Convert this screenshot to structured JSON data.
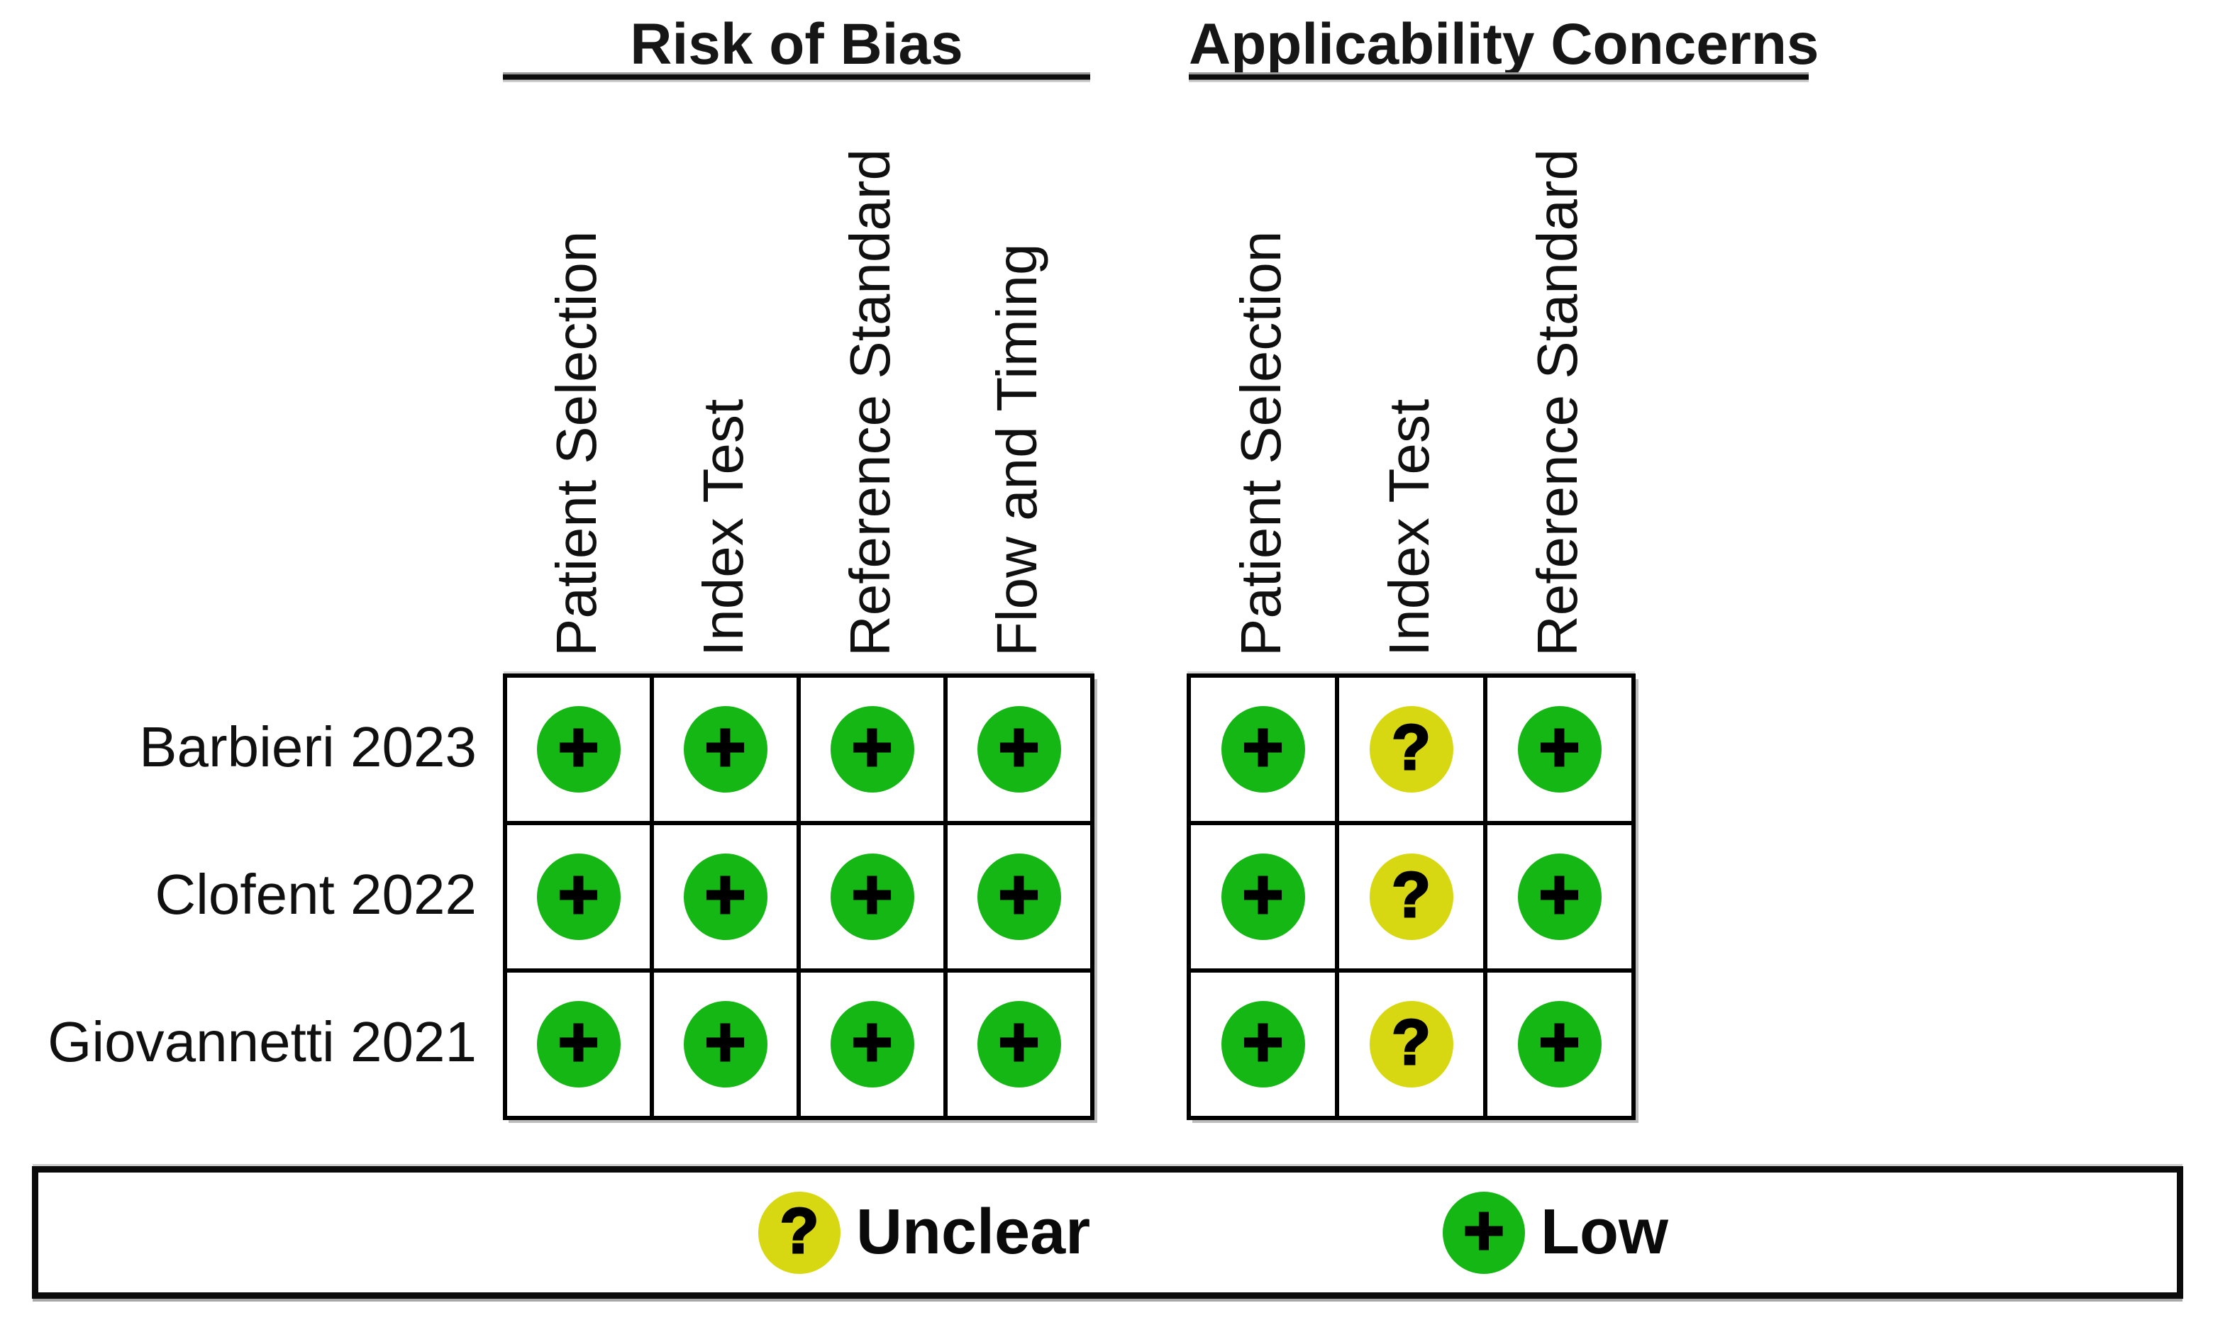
{
  "chart_data": {
    "type": "table",
    "title": "",
    "sections": [
      {
        "group": "Risk of Bias",
        "columns": [
          "Patient Selection",
          "Index Test",
          "Reference Standard",
          "Flow and Timing"
        ]
      },
      {
        "group": "Applicability Concerns",
        "columns": [
          "Patient Selection",
          "Index Test",
          "Reference Standard"
        ]
      }
    ],
    "rows": [
      "Barbieri 2023",
      "Clofent 2022",
      "Giovannetti 2021"
    ],
    "cells": {
      "Risk of Bias": [
        [
          "Low",
          "Low",
          "Low",
          "Low"
        ],
        [
          "Low",
          "Low",
          "Low",
          "Low"
        ],
        [
          "Low",
          "Low",
          "Low",
          "Low"
        ]
      ],
      "Applicability Concerns": [
        [
          "Low",
          "Unclear",
          "Low"
        ],
        [
          "Low",
          "Unclear",
          "Low"
        ],
        [
          "Low",
          "Unclear",
          "Low"
        ]
      ]
    },
    "symbols": {
      "Low": "+",
      "Unclear": "?"
    },
    "colors": {
      "Low": "#15b715",
      "Unclear": "#d8d812"
    },
    "legend": [
      {
        "key": "Unclear",
        "symbol": "?",
        "label": "Unclear",
        "color": "#d8d812"
      },
      {
        "key": "Low",
        "symbol": "+",
        "label": "Low",
        "color": "#15b715"
      }
    ],
    "layout_hints": {
      "legend_position": "bottom",
      "column_labels_rotated": true,
      "grid": "on"
    }
  }
}
